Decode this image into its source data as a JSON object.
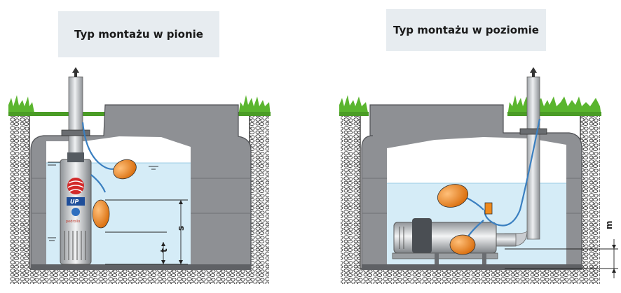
{
  "titles": {
    "vertical": "Typ montażu w pionie",
    "horizontal": "Typ montażu w poziomie"
  },
  "dimensions": {
    "s": "s",
    "t": "t",
    "m": "m"
  },
  "brand": {
    "model": "UP",
    "maker": "pedrollo"
  },
  "colors": {
    "water": "#d5ecf7",
    "tank": "#8e9094",
    "tank_dark": "#5f6165",
    "grass": "#5ab52e",
    "float": "#f08a1c",
    "pipe": "#c9ccd0",
    "cable": "#3a7fc0"
  }
}
